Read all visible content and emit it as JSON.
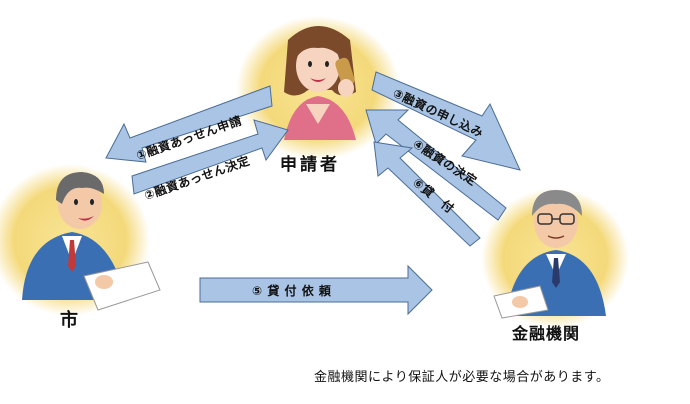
{
  "actors": {
    "applicant": {
      "label": "申請者"
    },
    "city": {
      "label": "市"
    },
    "bank": {
      "label": "金融機関"
    }
  },
  "arrows": {
    "a1": "①融資あっせん申請",
    "a2": "②融資あっせん決定",
    "a3": "③融資の申し込み",
    "a4": "④融資の決定",
    "a6": "⑥貸　付",
    "a5": "⑤ 貸 付 依 頼"
  },
  "note": "金融機関により保証人が必要な場合があります。",
  "colors": {
    "arrow_fill": "#a9c4e4",
    "arrow_stroke": "#4a6c96",
    "glow": "#f4dc7e"
  }
}
